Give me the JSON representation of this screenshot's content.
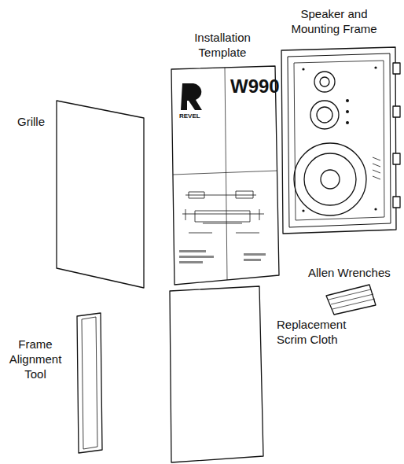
{
  "diagram": {
    "labels": [
      "Speaker and Mounting Frame",
      "Installation Template",
      "W990",
      "REVEL",
      "Grille",
      "Allen Wrenches",
      "Frame Alignment Tool",
      "Replacement Scrim Cloth"
    ]
  }
}
